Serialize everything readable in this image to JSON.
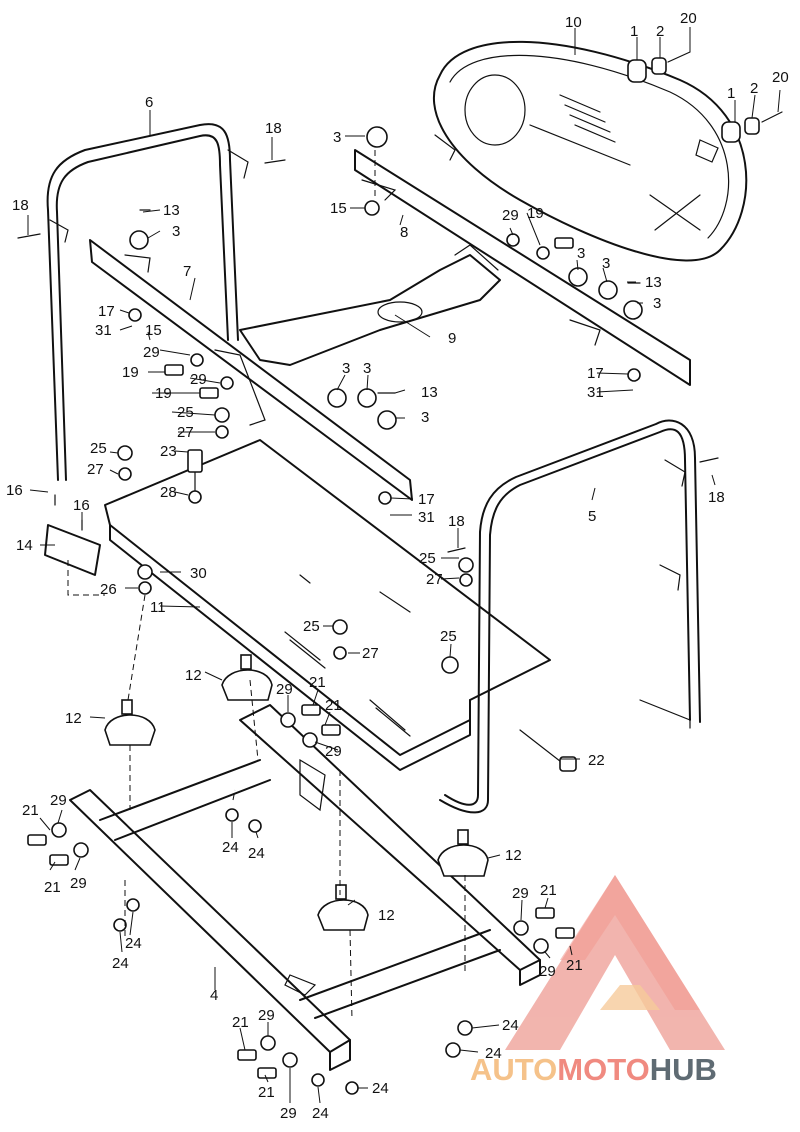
{
  "diagram": {
    "labels": [
      "1",
      "2",
      "20",
      "1",
      "2",
      "20",
      "10",
      "6",
      "18",
      "3",
      "15",
      "8",
      "18",
      "13",
      "3",
      "7",
      "29",
      "19",
      "3",
      "3",
      "13",
      "3",
      "17",
      "31",
      "15",
      "9",
      "29",
      "19",
      "29",
      "19",
      "25",
      "27",
      "3",
      "3",
      "13",
      "3",
      "17",
      "31",
      "25",
      "27",
      "23",
      "28",
      "17",
      "31",
      "16",
      "16",
      "14",
      "5",
      "18",
      "18",
      "25",
      "27",
      "30",
      "26",
      "11",
      "25",
      "27",
      "25",
      "12",
      "29",
      "21",
      "21",
      "12",
      "29",
      "22",
      "21",
      "29",
      "24",
      "24",
      "21",
      "29",
      "12",
      "29",
      "21",
      "24",
      "24",
      "12",
      "21",
      "29",
      "4",
      "24",
      "21",
      "29",
      "24",
      "21",
      "29",
      "24",
      "24"
    ]
  },
  "watermark": {
    "part_a": "AUTO",
    "part_b": "MOTO",
    "part_c": "HUB",
    "logo_colors": [
      "#f08a80",
      "#f5c28a",
      "#5f6b73"
    ]
  }
}
